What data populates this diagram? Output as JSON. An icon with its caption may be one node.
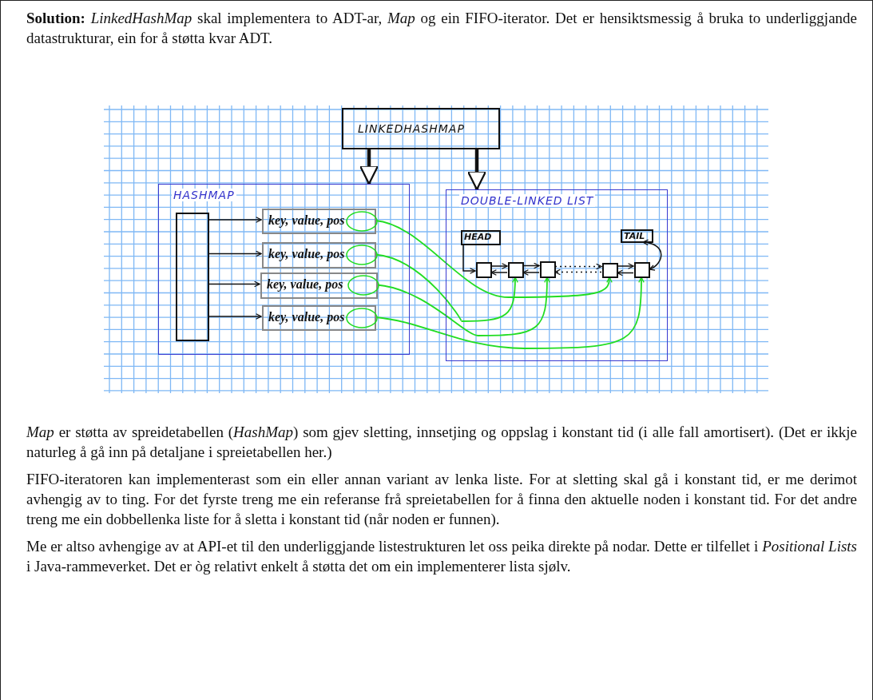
{
  "diagram": {
    "nodes": [
      {
        "text": [
          "LINKEDHASHMAP"
        ]
      },
      {
        "text": [
          "HASHMAP"
        ]
      },
      {
        "text": [],
        "shape": "bar",
        "in": 1
      },
      {
        "text": [
          "key, value, pos"
        ],
        "in": 1
      },
      {
        "text": [
          "key, value, pos"
        ],
        "in": 1
      },
      {
        "text": [
          "key, value, pos"
        ],
        "in": 1
      },
      {
        "text": [
          "key, value, pos"
        ],
        "in": 1
      },
      {
        "text": [
          "DOUBLE-LINKED LIST"
        ]
      },
      {
        "text": [
          "HEAD"
        ],
        "in": 7
      },
      {
        "text": [
          "TAIL"
        ],
        "in": 7
      },
      {
        "text": [],
        "shape": "box",
        "in": 7
      },
      {
        "text": [],
        "shape": "box",
        "in": 7
      },
      {
        "text": [],
        "shape": "box",
        "in": 7
      },
      {
        "text": [],
        "shape": "box",
        "in": 7
      },
      {
        "text": [],
        "shape": "box",
        "in": 7
      }
    ],
    "edges": [
      {
        "from": 0,
        "to": 1,
        "arrow": "to",
        "style": "thick"
      },
      {
        "from": 0,
        "to": 7,
        "arrow": "to",
        "style": "thick"
      },
      {
        "from": 2,
        "to": 3,
        "arrow": "to"
      },
      {
        "from": 2,
        "to": 4,
        "arrow": "to"
      },
      {
        "from": 2,
        "to": 5,
        "arrow": "to"
      },
      {
        "from": 2,
        "to": 6,
        "arrow": "to"
      },
      {
        "from": 3,
        "to": 13,
        "arrow": "to",
        "color": "#22dd22"
      },
      {
        "from": 4,
        "to": 11,
        "arrow": "to",
        "color": "#22dd22"
      },
      {
        "from": 5,
        "to": 12,
        "arrow": "to",
        "color": "#22dd22"
      },
      {
        "from": 6,
        "to": 14,
        "arrow": "to",
        "color": "#22dd22"
      },
      {
        "from": 8,
        "to": 10,
        "arrow": "to"
      },
      {
        "from": 9,
        "to": 14,
        "arrow": "both"
      },
      {
        "from": 10,
        "to": 11,
        "arrow": "to"
      },
      {
        "from": 11,
        "to": 10,
        "arrow": "to"
      },
      {
        "from": 11,
        "to": 12,
        "arrow": "to"
      },
      {
        "from": 12,
        "to": 11,
        "arrow": "to"
      },
      {
        "from": 12,
        "to": 13,
        "arrow": "to",
        "style": "dashed"
      },
      {
        "from": 13,
        "to": 12,
        "arrow": "to",
        "style": "dashed"
      },
      {
        "from": 13,
        "to": 14,
        "arrow": "to"
      },
      {
        "from": 14,
        "to": 13,
        "arrow": "to"
      }
    ],
    "labels": [
      "**Solution:** *LinkedHashMap* skal implementera to ADT-ar, *Map* og ein FIFO-iterator. Det er hensiktsmessig å bruka to underliggjande datastrukturar, ein for å støtta kvar ADT.",
      "*Map* er støtta av spreidetabellen (*HashMap*) som gjev sletting, innsetjing og oppslag i konstant tid (i alle fall amortisert). (Det er ikkje naturleg å gå inn på detaljane i spreietabellen her.)",
      "FIFO-iteratoren kan implementerast som ein eller annan variant av lenka liste. For at sletting skal gå i konstant tid, er me derimot avhengig av to ting. For det fyrste treng me ein referanse frå spreietabellen for å finna den aktuelle noden i konstant tid. For det andre treng me ein dobbellenka liste for å sletta i konstant tid (når noden er funnen).",
      "Me er altso avhengige av at API-et til den underliggjande listestrukturen let oss peika direkte på nodar. Dette er tilfellet i *Positional Lists* i Java-rammeverket. Det er òg relativt enkelt å støtta det om ein implementerer lista sjølv."
    ]
  }
}
